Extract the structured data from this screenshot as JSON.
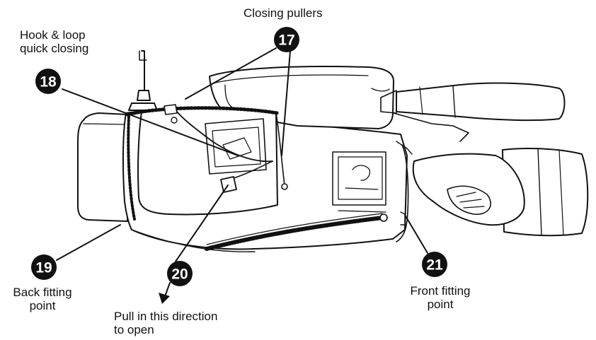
{
  "labels": {
    "closing_pullers": "Closing pullers",
    "hook_loop_line1": "Hook & loop",
    "hook_loop_line2": "quick closing",
    "back_fitting_line1": "Back fitting",
    "back_fitting_line2": "point",
    "pull_line1": "Pull in this direction",
    "pull_line2": "to open",
    "front_fitting_line1": "Front fitting",
    "front_fitting_line2": "point"
  },
  "callouts": {
    "n17": "17",
    "n18": "18",
    "n19": "19",
    "n20": "20",
    "n21": "21"
  },
  "colors": {
    "ink": "#111111",
    "badge_fill": "#111111",
    "badge_text": "#ffffff",
    "background": "#ffffff"
  }
}
